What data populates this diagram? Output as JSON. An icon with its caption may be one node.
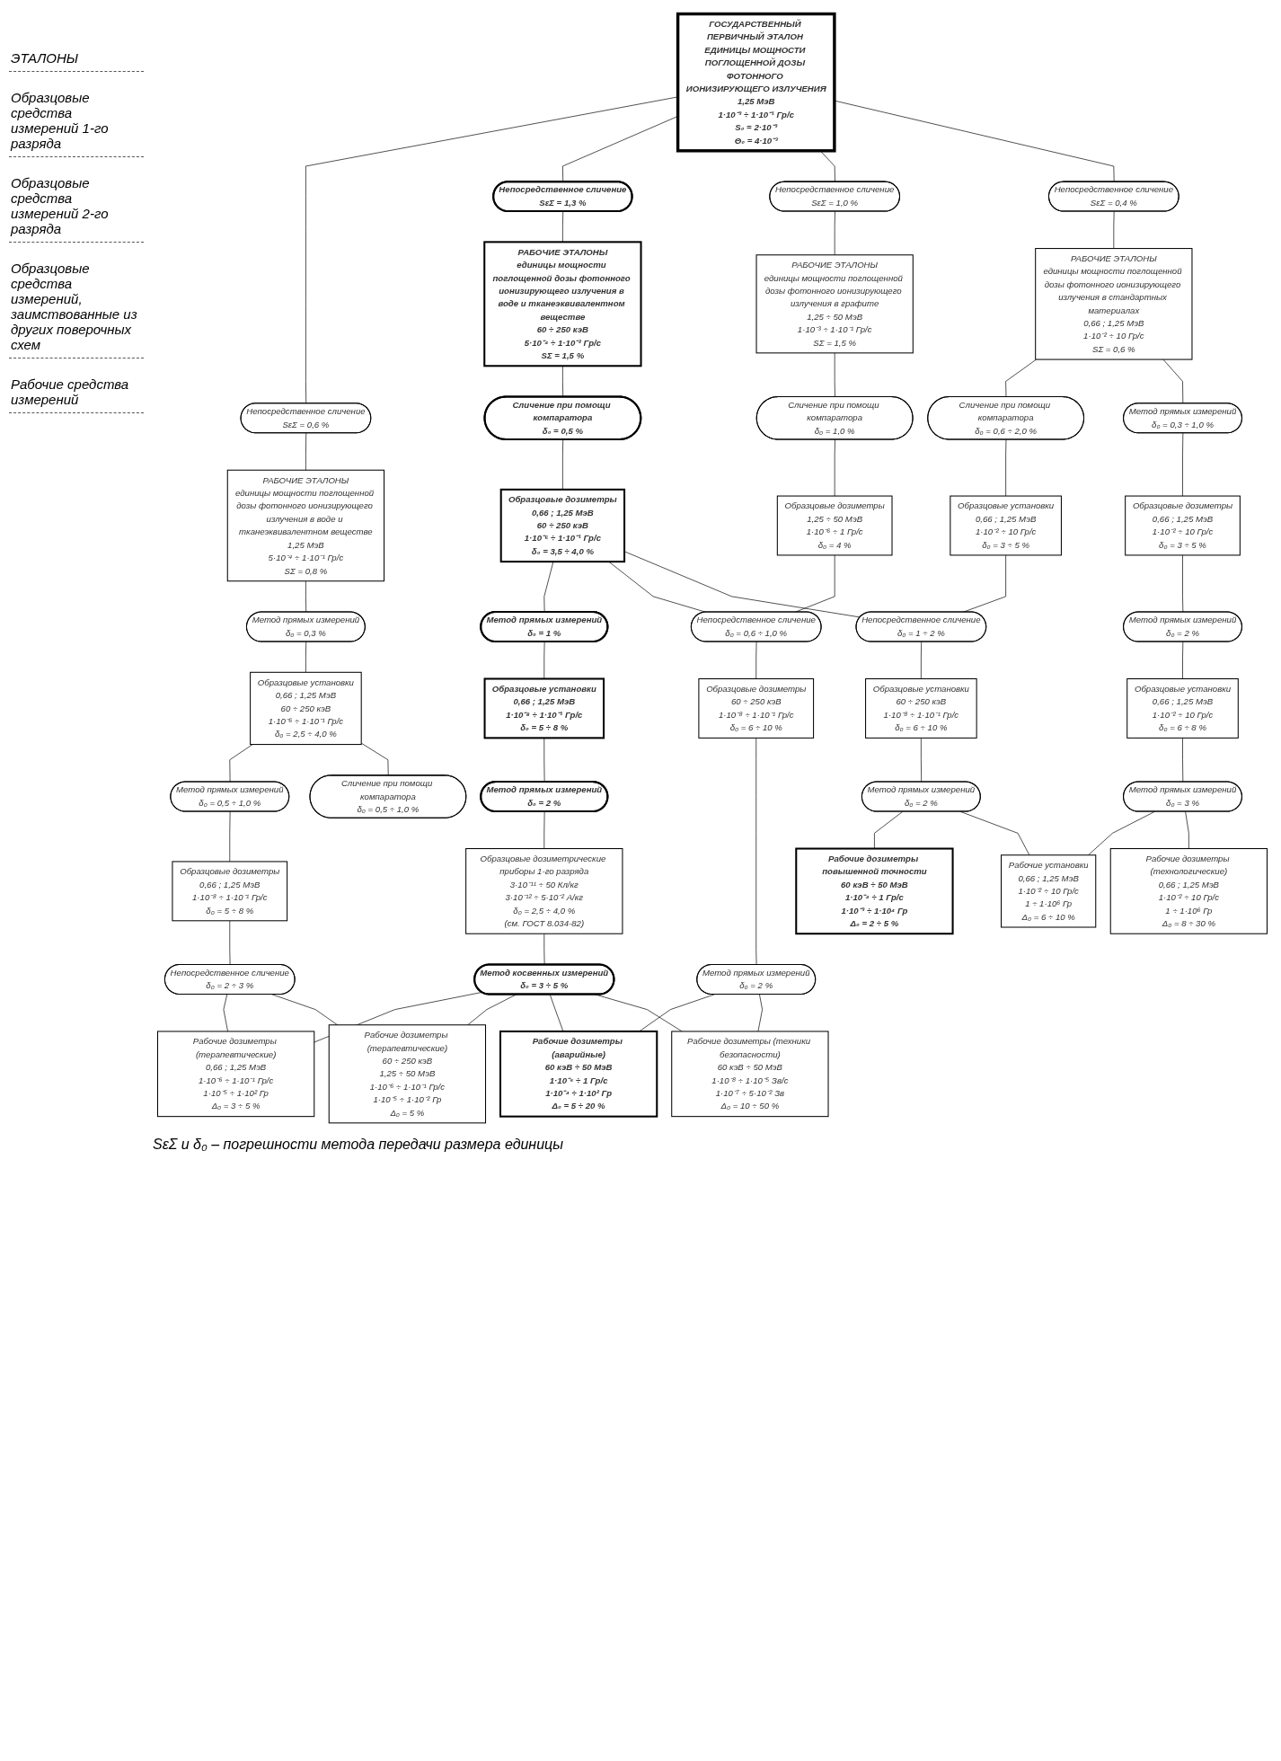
{
  "diagram": {
    "caption": "SεΣ и δ₀ – погрешности метода передачи размера единицы",
    "nodes": [
      {
        "text": [
          "ГОСУДАРСТВЕННЫЙ ПЕРВИЧНЫЙ ЭТАЛОН ЕДИНИЦЫ МОЩНОСТИ ПОГЛОЩЕННОЙ ДОЗЫ ФОТОННОГО ИОНИЗИРУЮЩЕГО ИЗЛУЧЕНИЯ",
          "1,25 МэВ",
          "1·10⁻³ ÷ 1·10⁻¹ Гр/с",
          "S₀ = 2·10⁻³",
          "Θ₀ = 4·10⁻³"
        ]
      },
      {
        "text": [
          "Непосредственное сличение",
          "SεΣ = 0,6 %"
        ]
      },
      {
        "text": [
          "Непосредственное сличение",
          "SεΣ = 1,3 %"
        ]
      },
      {
        "text": [
          "Непосредственное сличение",
          "SεΣ = 1,0 %"
        ]
      },
      {
        "text": [
          "Непосредственное сличение",
          "SεΣ = 0,4 %"
        ]
      },
      {
        "text": [
          "РАБОЧИЕ ЭТАЛОНЫ",
          "единицы мощности поглощенной дозы фотонного ионизирующего излучения в воде и тканеэквивалентном веществе",
          "1,25 МэВ",
          "5·10⁻⁴ ÷ 1·10⁻¹ Гр/с",
          "SΣ = 0,8 %"
        ]
      },
      {
        "text": [
          "РАБОЧИЕ ЭТАЛОНЫ",
          "единицы мощности поглощенной дозы фотонного ионизирующего излучения в воде и тканеэквивалентном веществе",
          "60 ÷ 250 кэВ",
          "5·10⁻⁴ ÷ 1·10⁻² Гр/с",
          "SΣ = 1,5 %"
        ]
      },
      {
        "text": [
          "РАБОЧИЕ ЭТАЛОНЫ",
          "единицы мощности поглощенной дозы фотонного ионизирующего излучения в графите",
          "1,25 ÷ 50 МэВ",
          "1·10⁻³ ÷ 1·10⁻¹ Гр/с",
          "SΣ = 1,5 %"
        ]
      },
      {
        "text": [
          "РАБОЧИЕ ЭТАЛОНЫ",
          "единицы мощности поглощенной дозы фотонного ионизирующего излучения в стандартных материалах",
          "0,66 ; 1,25 МэВ",
          "1·10⁻² ÷ 10 Гр/с",
          "SΣ = 0,6 %"
        ]
      },
      {
        "text": [
          "Метод прямых измерений",
          "δ₀ = 0,3 %"
        ]
      },
      {
        "text": [
          "Сличение при помощи компаратора",
          "δ₀ = 0,5 %"
        ]
      },
      {
        "text": [
          "Сличение при помощи компаратора",
          "δ₀ = 1,0 %"
        ]
      },
      {
        "text": [
          "Сличение при помощи компаратора",
          "δ₀ = 0,6 ÷ 2,0 %"
        ]
      },
      {
        "text": [
          "Метод прямых измерений",
          "δ₀ = 0,3 ÷ 1,0 %"
        ]
      },
      {
        "text": [
          "Образцовые установки",
          "0,66 ; 1,25 МэВ",
          "60 ÷ 250 кэВ",
          "1·10⁻⁶ ÷ 1·10⁻¹ Гр/с",
          "δ₀ = 2,5 ÷ 4,0 %"
        ]
      },
      {
        "text": [
          "Образцовые дозиметры",
          "0,66 ; 1,25 МэВ",
          "60 ÷ 250 кэВ",
          "1·10⁻⁶ ÷ 1·10⁻¹ Гр/с",
          "δ₀ = 3,5 ÷ 4,0 %"
        ]
      },
      {
        "text": [
          "Образцовые дозиметры",
          "1,25 ÷ 50 МэВ",
          "1·10⁻⁶ ÷ 1 Гр/с",
          "δ₀ = 4 %"
        ]
      },
      {
        "text": [
          "Образцовые установки",
          "0,66 ; 1,25 МэВ",
          "1·10⁻² ÷ 10 Гр/с",
          "δ₀ = 3 ÷ 5 %"
        ]
      },
      {
        "text": [
          "Образцовые дозиметры",
          "0,66 ; 1,25 МэВ",
          "1·10⁻² ÷ 10 Гр/с",
          "δ₀ = 3 ÷ 5 %"
        ]
      },
      {
        "text": [
          "Метод прямых измерений",
          "δ₀ = 0,5 ÷ 1,0 %"
        ]
      },
      {
        "text": [
          "Сличение при помощи компаратора",
          "δ₀ = 0,5 ÷ 1,0 %"
        ]
      },
      {
        "text": [
          "Метод прямых измерений",
          "δ₀ = 1 %"
        ]
      },
      {
        "text": [
          "Непосредственное сличение",
          "δ₀ = 0,6 ÷ 1,0 %"
        ]
      },
      {
        "text": [
          "Непосредственное сличение",
          "δ₀ = 1 ÷ 2 %"
        ]
      },
      {
        "text": [
          "Метод прямых измерений",
          "δ₀ = 2 %"
        ]
      },
      {
        "text": [
          "Образцовые дозиметры",
          "0,66 ; 1,25 МэВ",
          "1·10⁻⁸ ÷ 1·10⁻¹ Гр/с",
          "δ₀ = 5 ÷ 8 %"
        ]
      },
      {
        "text": [
          "Образцовые установки",
          "0,66 ; 1,25 МэВ",
          "1·10⁻⁸ ÷ 1·10⁻¹ Гр/с",
          "δ₀ = 5 ÷ 8 %"
        ]
      },
      {
        "text": [
          "Образцовые дозиметры",
          "60 ÷ 250 кэВ",
          "1·10⁻⁸ ÷ 1·10⁻¹ Гр/с",
          "δ₀ = 6 ÷ 10 %"
        ]
      },
      {
        "text": [
          "Образцовые установки",
          "60 ÷ 250 кэВ",
          "1·10⁻⁸ ÷ 1·10⁻¹ Гр/с",
          "δ₀ = 6 ÷ 10 %"
        ]
      },
      {
        "text": [
          "Образцовые установки",
          "0,66 ; 1,25 МэВ",
          "1·10⁻² ÷ 10 Гр/с",
          "δ₀ = 6 ÷ 8 %"
        ]
      },
      {
        "text": [
          "Непосредственное сличение",
          "δ₀ = 2 ÷ 3 %"
        ]
      },
      {
        "text": [
          "Метод прямых измерений",
          "δ₀ = 2 %"
        ]
      },
      {
        "text": [
          "Метод прямых измерений",
          "δ₀ = 2 %"
        ]
      },
      {
        "text": [
          "Метод прямых измерений",
          "δ₀ = 2 %"
        ]
      },
      {
        "text": [
          "Метод прямых измерений",
          "δ₀ = 3 %"
        ]
      },
      {
        "text": [
          "Образцовые дозиметрические приборы 1-го разряда",
          "3·10⁻¹¹ ÷ 50 Кл/кг",
          "3·10⁻¹² ÷ 5·10⁻² А/кг",
          "δ₀ = 2,5 ÷ 4,0 %",
          "(см. ГОСТ 8.034-82)"
        ]
      },
      {
        "text": [
          "Метод косвенных измерений",
          "δ₀ = 3 ÷ 5 %"
        ]
      },
      {
        "text": [
          "Рабочие дозиметры (терапевтические)",
          "0,66 ; 1,25 МэВ",
          "1·10⁻⁶ ÷ 1·10⁻¹ Гр/с",
          "1·10⁻⁵ ÷ 1·10² Гр",
          "Δ₀ = 3 ÷ 5 %"
        ]
      },
      {
        "text": [
          "Рабочие дозиметры (терапевтические)",
          "60 ÷ 250 кэВ",
          "1,25 ÷ 50 МэВ",
          "1·10⁻⁶ ÷ 1·10⁻¹ Гр/с",
          "1·10⁻⁵ ÷ 1·10⁻² Гр",
          "Δ₀ = 5 %"
        ]
      },
      {
        "text": [
          "Рабочие дозиметры (аварийные)",
          "60 кэВ ÷ 50 МэВ",
          "1·10⁻⁵ ÷ 1 Гр/с",
          "1·10⁻⁴ ÷ 1·10² Гр",
          "Δ₀ = 5 ÷ 20 %"
        ]
      },
      {
        "text": [
          "Рабочие дозиметры (техники безопасности)",
          "60 кэВ ÷ 50 МэВ",
          "1·10⁻⁸ ÷ 1·10⁻⁵ Зв/с",
          "1·10⁻⁷ ÷ 5·10⁻² Зв",
          "Δ₀ = 10 ÷ 50 %"
        ]
      },
      {
        "text": [
          "Рабочие дозиметры повышенной точности",
          "60 кэВ ÷ 50 МэВ",
          "1·10⁻⁴ ÷ 1 Гр/с",
          "1·10⁻³ ÷ 1·10⁴ Гр",
          "Δ₀ = 2 ÷ 5 %"
        ]
      },
      {
        "text": [
          "Рабочие установки",
          "0,66 ; 1,25 МэВ",
          "1·10⁻² ÷ 10 Гр/с",
          "1 ÷ 1·10⁶ Гр",
          "Δ₀ = 6 ÷ 10 %"
        ]
      },
      {
        "text": [
          "Рабочие дозиметры (технологические)",
          "0,66 ; 1,25 МэВ",
          "1·10⁻² ÷ 10 Гр/с",
          "1 ÷ 1·10⁶ Гр",
          "Δ₀ = 8 ÷ 30 %"
        ]
      }
    ],
    "edges": [
      {
        "from": 0,
        "to": 1,
        "arrow": "none"
      },
      {
        "from": 0,
        "to": 2,
        "arrow": "none"
      },
      {
        "from": 0,
        "to": 3,
        "arrow": "none"
      },
      {
        "from": 0,
        "to": 4,
        "arrow": "none"
      },
      {
        "from": 1,
        "to": 5,
        "arrow": "none"
      },
      {
        "from": 2,
        "to": 6,
        "arrow": "none"
      },
      {
        "from": 3,
        "to": 7,
        "arrow": "none"
      },
      {
        "from": 4,
        "to": 8,
        "arrow": "none"
      },
      {
        "from": 5,
        "to": 9,
        "arrow": "none"
      },
      {
        "from": 6,
        "to": 10,
        "arrow": "none"
      },
      {
        "from": 7,
        "to": 11,
        "arrow": "none"
      },
      {
        "from": 8,
        "to": 12,
        "arrow": "none"
      },
      {
        "from": 8,
        "to": 13,
        "arrow": "none"
      },
      {
        "from": 9,
        "to": 14,
        "arrow": "none"
      },
      {
        "from": 10,
        "to": 15,
        "arrow": "none"
      },
      {
        "from": 11,
        "to": 16,
        "arrow": "none"
      },
      {
        "from": 12,
        "to": 17,
        "arrow": "none"
      },
      {
        "from": 13,
        "to": 18,
        "arrow": "none"
      },
      {
        "from": 14,
        "to": 19,
        "arrow": "none"
      },
      {
        "from": 14,
        "to": 20,
        "arrow": "none"
      },
      {
        "from": 15,
        "to": 21,
        "arrow": "none"
      },
      {
        "from": 15,
        "to": 22,
        "arrow": "none"
      },
      {
        "from": 16,
        "to": 22,
        "arrow": "none"
      },
      {
        "from": 15,
        "to": 23,
        "arrow": "none"
      },
      {
        "from": 17,
        "to": 23,
        "arrow": "none"
      },
      {
        "from": 18,
        "to": 24,
        "arrow": "none"
      },
      {
        "from": 19,
        "to": 25,
        "arrow": "none"
      },
      {
        "from": 21,
        "to": 26,
        "arrow": "none"
      },
      {
        "from": 22,
        "to": 27,
        "arrow": "none"
      },
      {
        "from": 23,
        "to": 28,
        "arrow": "none"
      },
      {
        "from": 24,
        "to": 29,
        "arrow": "none"
      },
      {
        "from": 25,
        "to": 30,
        "arrow": "none"
      },
      {
        "from": 26,
        "to": 31,
        "arrow": "none"
      },
      {
        "from": 27,
        "to": 32,
        "arrow": "none"
      },
      {
        "from": 28,
        "to": 33,
        "arrow": "none"
      },
      {
        "from": 29,
        "to": 34,
        "arrow": "none"
      },
      {
        "from": 31,
        "to": 35,
        "arrow": "none"
      },
      {
        "from": 35,
        "to": 36,
        "arrow": "none"
      },
      {
        "from": 30,
        "to": 37,
        "arrow": "none"
      },
      {
        "from": 30,
        "to": 38,
        "arrow": "none"
      },
      {
        "from": 36,
        "to": 37,
        "arrow": "none"
      },
      {
        "from": 36,
        "to": 38,
        "arrow": "none"
      },
      {
        "from": 36,
        "to": 39,
        "arrow": "none"
      },
      {
        "from": 36,
        "to": 40,
        "arrow": "none"
      },
      {
        "from": 32,
        "to": 39,
        "arrow": "none"
      },
      {
        "from": 32,
        "to": 40,
        "arrow": "none"
      },
      {
        "from": 33,
        "to": 41,
        "arrow": "none"
      },
      {
        "from": 33,
        "to": 42,
        "arrow": "none"
      },
      {
        "from": 34,
        "to": 42,
        "arrow": "none"
      },
      {
        "from": 34,
        "to": 43,
        "arrow": "none"
      }
    ],
    "labels": [
      "ЭТАЛОНЫ",
      "Образцовые средства измерений 1-го разряда",
      "Образцовые средства измерений 2-го разряда",
      "Образцовые средства измерений, заимствованные из других поверочных схем",
      "Рабочие средства измерений"
    ]
  }
}
